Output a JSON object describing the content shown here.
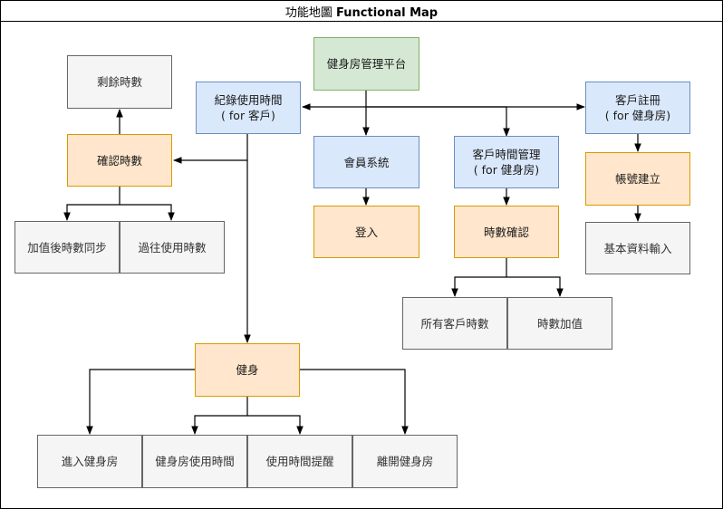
{
  "title": {
    "prefix": "功能地圖 ",
    "bold": "Functional Map"
  },
  "nodes": {
    "platform": "健身房管理平台",
    "record_usage": "紀錄使用時間\n( for 客戶)",
    "member_system": "會員系統",
    "customer_time": "客戶時間管理\n( for 健身房)",
    "customer_register": "客戶註冊\n( for 健身房)",
    "remaining_hours": "剩餘時數",
    "confirm_hours": "確認時數",
    "topup_sync": "加值後時數同步",
    "past_usage": "過往使用時數",
    "login": "登入",
    "hours_check": "時數確認",
    "all_customer_hours": "所有客戶時數",
    "hours_topup": "時數加值",
    "account_create": "帳號建立",
    "basic_info": "基本資料輸入",
    "workout": "健身",
    "enter_gym": "進入健身房",
    "gym_usage_time": "健身房使用時間",
    "usage_reminder": "使用時間提醒",
    "leave_gym": "離開健身房"
  },
  "colors": {
    "green_fill": "#d5e8d4",
    "green_stroke": "#82b366",
    "blue_fill": "#dae8fc",
    "blue_stroke": "#6c8ebf",
    "orange_fill": "#ffe6cc",
    "orange_stroke": "#d79b00",
    "grey_fill": "#f5f5f5",
    "grey_stroke": "#666666"
  }
}
